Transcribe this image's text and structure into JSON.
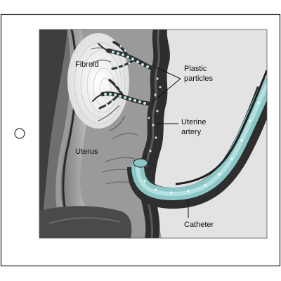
{
  "labels": {
    "fibroid": "Fibroid",
    "uterus": "Uterus",
    "plastic_particles_line1": "Plastic",
    "plastic_particles_line2": "particles",
    "uterine_artery_line1": "Uterine",
    "uterine_artery_line2": "artery",
    "catheter": "Catheter"
  },
  "colors": {
    "page_background": "#ffffff",
    "panel_gray": "#9a9a9a",
    "uterus_dark": "#404040",
    "fibroid": "#f2f2f2",
    "right_tissue": "#e3e3e3",
    "vessel_dark": "#2e2e2e",
    "catheter_teal": "#8cc7c7",
    "particle": "#bfe6e6"
  },
  "icons": {
    "left_marker": "open-circle-icon"
  }
}
